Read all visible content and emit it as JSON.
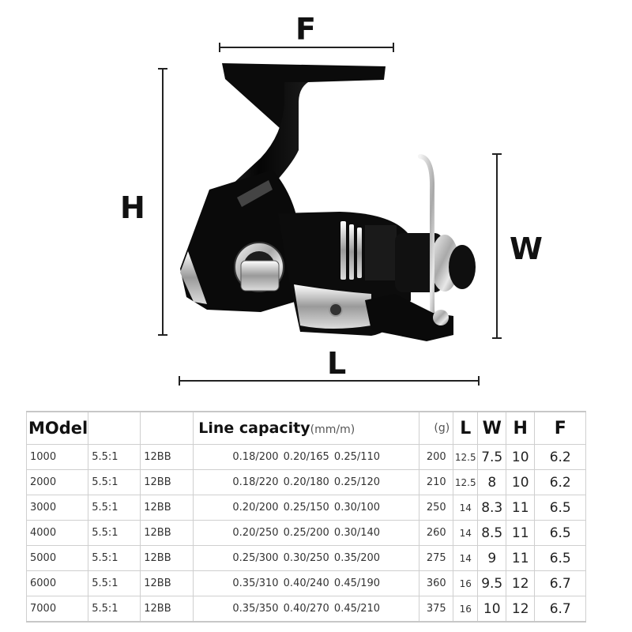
{
  "diagram": {
    "labels": {
      "f": "F",
      "h": "H",
      "w": "W",
      "l": "L"
    }
  },
  "table": {
    "headers": {
      "model": "MOdel",
      "ratio": "",
      "bearings": "",
      "line_capacity": "Line capacity",
      "line_capacity_unit": "(mm/m)",
      "weight_unit": "(g)",
      "l": "L",
      "w": "W",
      "h": "H",
      "f": "F"
    },
    "rows": [
      {
        "model": "1000",
        "ratio": "5.5:1",
        "bearings": "12BB",
        "capacity": "0.18/200 0.20/165 0.25/110",
        "weight": "200",
        "l": "12.5",
        "w": "7.5",
        "h": "10",
        "f": "6.2"
      },
      {
        "model": "2000",
        "ratio": "5.5:1",
        "bearings": "12BB",
        "capacity": "0.18/220 0.20/180 0.25/120",
        "weight": "210",
        "l": "12.5",
        "w": "8",
        "h": "10",
        "f": "6.2"
      },
      {
        "model": "3000",
        "ratio": "5.5:1",
        "bearings": "12BB",
        "capacity": "0.20/200 0.25/150 0.30/100",
        "weight": "250",
        "l": "14",
        "w": "8.3",
        "h": "11",
        "f": "6.5"
      },
      {
        "model": "4000",
        "ratio": "5.5:1",
        "bearings": "12BB",
        "capacity": "0.20/250 0.25/200 0.30/140",
        "weight": "260",
        "l": "14",
        "w": "8.5",
        "h": "11",
        "f": "6.5"
      },
      {
        "model": "5000",
        "ratio": "5.5:1",
        "bearings": "12BB",
        "capacity": "0.25/300 0.30/250 0.35/200",
        "weight": "275",
        "l": "14",
        "w": "9",
        "h": "11",
        "f": "6.5"
      },
      {
        "model": "6000",
        "ratio": "5.5:1",
        "bearings": "12BB",
        "capacity": "0.35/310 0.40/240 0.45/190",
        "weight": "360",
        "l": "16",
        "w": "9.5",
        "h": "12",
        "f": "6.7"
      },
      {
        "model": "7000",
        "ratio": "5.5:1",
        "bearings": "12BB",
        "capacity": "0.35/350 0.40/270 0.45/210",
        "weight": "375",
        "l": "16",
        "w": "10",
        "h": "12",
        "f": "6.7"
      }
    ]
  }
}
